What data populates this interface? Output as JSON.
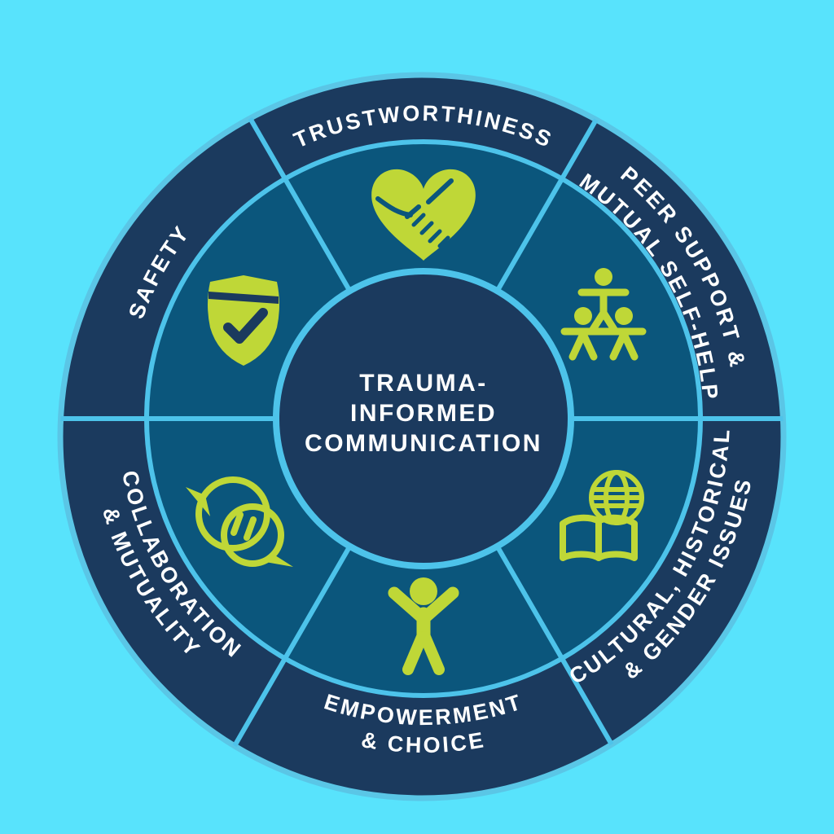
{
  "diagram": {
    "kind": "circular-segmented-wheel",
    "center_title_lines": [
      "TRAUMA-",
      "INFORMED",
      "COMMUNICATION"
    ],
    "segments": [
      {
        "name": "trustworthiness",
        "label_lines": [
          "TRUSTWORTHINESS"
        ],
        "icon": "handshake-heart-icon"
      },
      {
        "name": "peer-support",
        "label_lines": [
          "PEER SUPPORT &",
          "MUTUAL SELF-HELP"
        ],
        "icon": "people-pyramid-icon"
      },
      {
        "name": "cultural",
        "label_lines": [
          "CULTURAL, HISTORICAL",
          "& GENDER ISSUES"
        ],
        "icon": "globe-open-book-icon"
      },
      {
        "name": "empowerment",
        "label_lines": [
          "EMPOWERMENT",
          "& CHOICE"
        ],
        "icon": "raised-arms-person-icon"
      },
      {
        "name": "collaboration",
        "label_lines": [
          "COLLABORATION",
          "& MUTUALITY"
        ],
        "icon": "speech-bubbles-equal-icon"
      },
      {
        "name": "safety",
        "label_lines": [
          "SAFETY"
        ],
        "icon": "shield-check-icon"
      }
    ],
    "colors": {
      "background": "#58E3FC",
      "outer_ring_navy": "#1B3A5E",
      "inner_sector_teal": "#0B567C",
      "divider_line_blue": "#4DC3EA",
      "rim_line_blue": "#5AC6E6",
      "icon_lime": "#BFD737",
      "label_white": "#FFFFFF",
      "center_circle_navy": "#1B3A5E"
    }
  }
}
